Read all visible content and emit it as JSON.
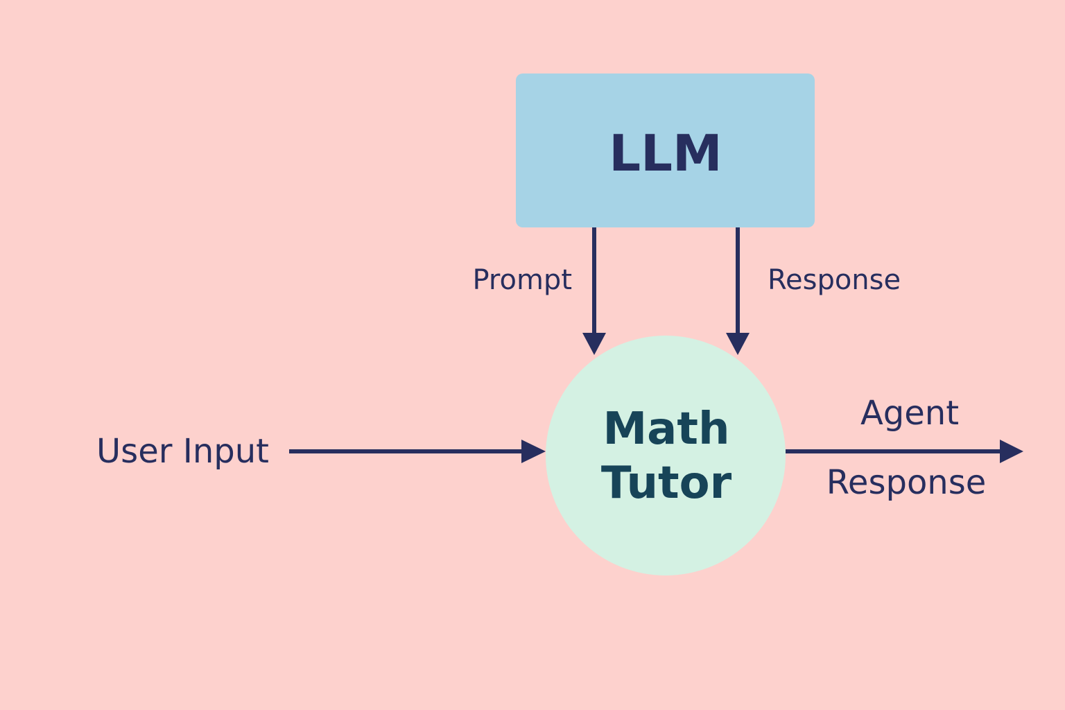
{
  "colors": {
    "background": "#FDD1CD",
    "llm_fill": "#A6D3E6",
    "tutor_fill": "#D4F1E3",
    "ink": "#272E5E",
    "tutor_text": "#174458"
  },
  "llm": {
    "label": "LLM"
  },
  "tutor": {
    "line1": "Math",
    "line2": "Tutor"
  },
  "edges": {
    "prompt_label": "Prompt",
    "response_label": "Response",
    "user_input_label": "User Input",
    "agent_response_line1": "Agent",
    "agent_response_line2": "Response"
  }
}
